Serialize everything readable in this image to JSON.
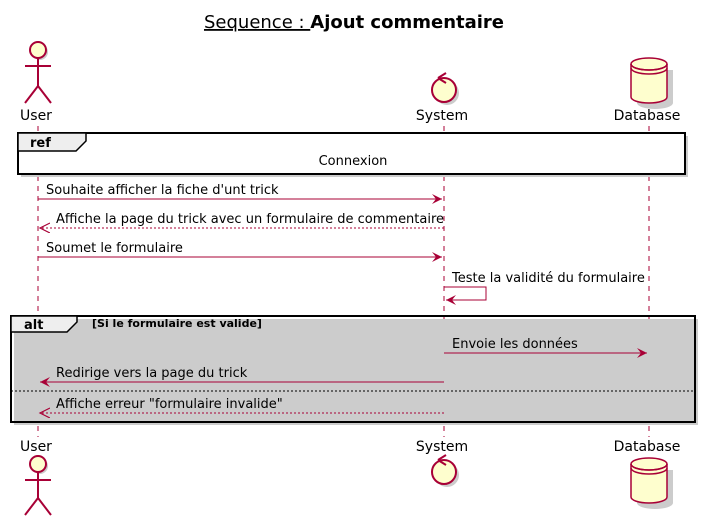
{
  "title": {
    "prefix": "Sequence : ",
    "name": "Ajout commentaire"
  },
  "participants": [
    {
      "id": "user",
      "label": "User",
      "kind": "actor"
    },
    {
      "id": "system",
      "label": "System",
      "kind": "control"
    },
    {
      "id": "database",
      "label": "Database",
      "kind": "database"
    }
  ],
  "ref": {
    "tag": "ref",
    "text": "Connexion"
  },
  "messages": [
    {
      "from": "user",
      "to": "system",
      "text": "Souhaite afficher la fiche d'unt trick",
      "style": "solid"
    },
    {
      "from": "system",
      "to": "user",
      "text": "Affiche la page du trick avec un formulaire de commentaire",
      "style": "dashed"
    },
    {
      "from": "user",
      "to": "system",
      "text": "Soumet le formulaire",
      "style": "solid"
    },
    {
      "from": "system",
      "to": "system",
      "text": "Teste la validité du formulaire",
      "style": "solid"
    }
  ],
  "alt": {
    "tag": "alt",
    "guard": "[Si le formulaire est valide]",
    "branch1": [
      {
        "from": "system",
        "to": "database",
        "text": "Envoie les données",
        "style": "solid"
      },
      {
        "from": "system",
        "to": "user",
        "text": "Redirige vers la page du trick",
        "style": "solid"
      }
    ],
    "branch2": [
      {
        "from": "system",
        "to": "user",
        "text": "Affiche erreur \"formulaire invalide\"",
        "style": "dashed"
      }
    ]
  },
  "colors": {
    "line": "#A80036",
    "participant_fill": "#FEFECE",
    "frame_fill": "#EEEEEE",
    "shadow": "#CCCCCC"
  }
}
